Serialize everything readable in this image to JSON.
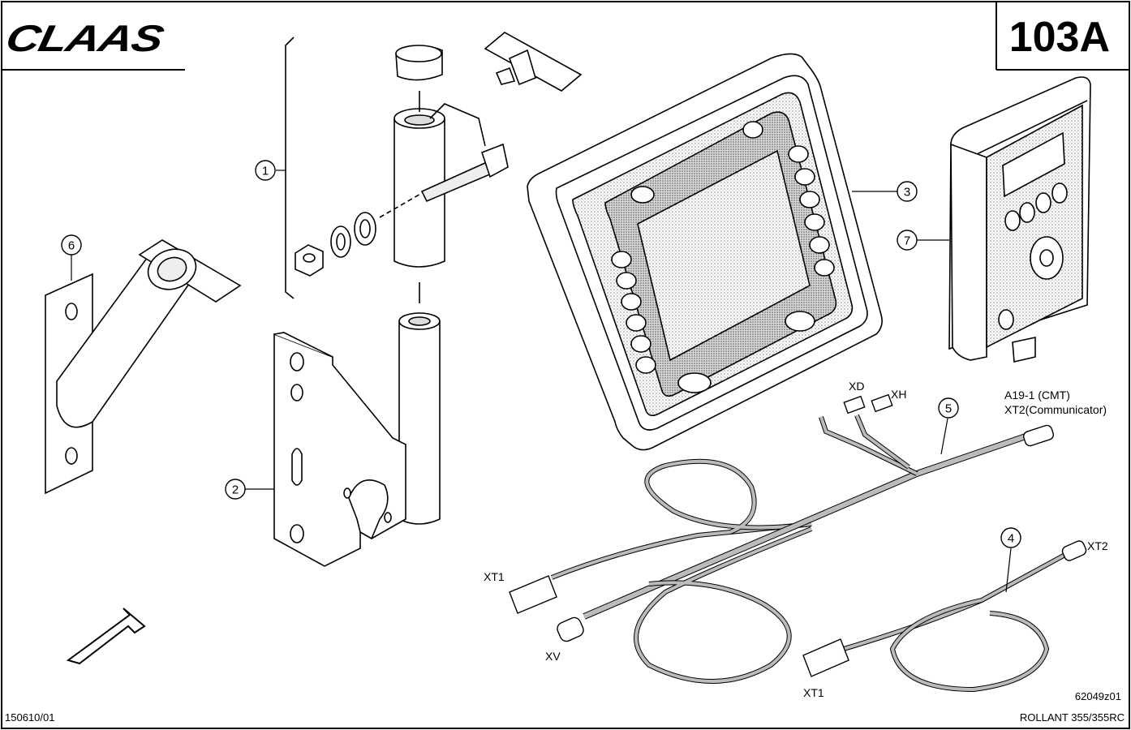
{
  "header": {
    "brand": "CLAAS",
    "sheet_number": "103A"
  },
  "footer": {
    "left_code": "150610/01",
    "drawing_code": "62049z01",
    "model": "ROLLANT 355/355RC"
  },
  "callouts": [
    "1",
    "2",
    "3",
    "4",
    "5",
    "6",
    "7"
  ],
  "connectors": {
    "xd": "XD",
    "xh": "XH",
    "a19_line1": "A19-1 (CMT)",
    "a19_line2": "XT2(Communicator)",
    "xt1_upper": "XT1",
    "xv": "XV",
    "xt1_lower": "XT1",
    "xt2": "XT2"
  },
  "colors": {
    "ink": "#000000",
    "paper": "#ffffff",
    "stipple": "#9a9a9a"
  }
}
